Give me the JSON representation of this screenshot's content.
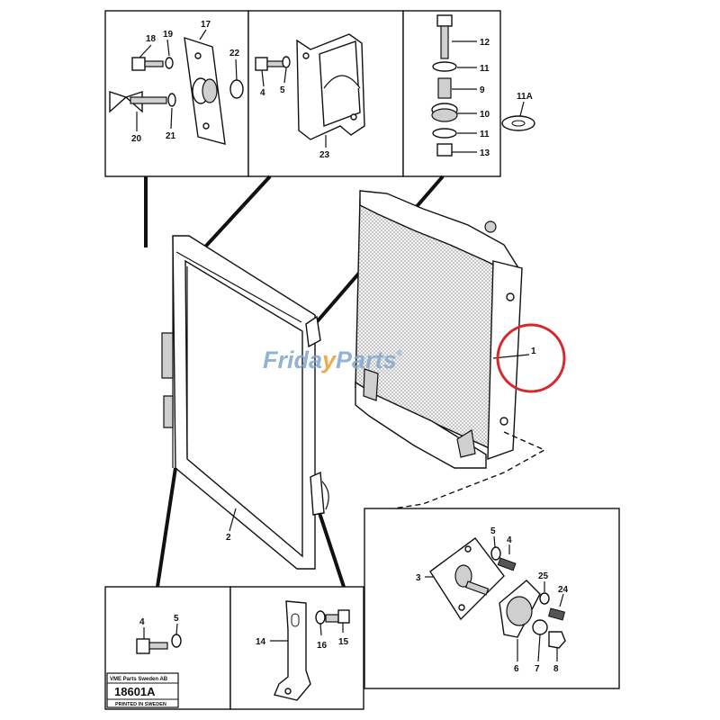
{
  "callouts": {
    "c18": "18",
    "c19": "19",
    "c17": "17",
    "c22": "22",
    "c20": "20",
    "c21": "21",
    "c4a": "4",
    "c5a": "5",
    "c23": "23",
    "c12": "12",
    "c11a": "11",
    "c9": "9",
    "c10": "10",
    "c11b": "11",
    "c13": "13",
    "c11A": "11A",
    "c1": "1",
    "c2": "2",
    "c5b": "5",
    "c4b": "4",
    "c3": "3",
    "c25": "25",
    "c24": "24",
    "c6": "6",
    "c7": "7",
    "c8": "8",
    "c4c": "4",
    "c5c": "5",
    "c14": "14",
    "c16": "16",
    "c15": "15"
  },
  "stamp": {
    "company": "VME Parts Sweden AB",
    "number": "18601A",
    "printed": "PRINTED IN SWEDEN"
  },
  "watermark": {
    "part1": "Frida",
    "part2": "y",
    "part3": "Parts",
    "mark": "®"
  },
  "highlight_color": "#d9262b"
}
